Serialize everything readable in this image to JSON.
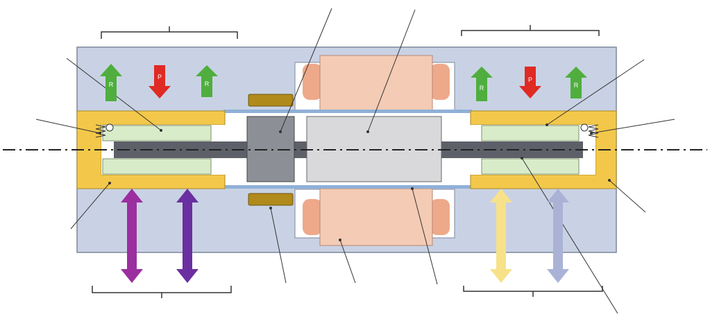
{
  "colors": {
    "housing": "#c9d2e4",
    "housing_edge": "#7d879a",
    "bearing_yellow": "#f3c84a",
    "bearing_green": "#d9ecc9",
    "shaft": "#5d6068",
    "mover_grey": "#8d8f96",
    "mover_light": "#d9d8db",
    "coil_pink": "#f4cbb4",
    "coil_dark": "#eea98a",
    "tube_blue": "#8fb0d8",
    "brass": "#b08a1a",
    "arrow_green": "#4fae3d",
    "arrow_red": "#e02a24",
    "arrow_purple1": "#9b2fa0",
    "arrow_purple2": "#6a2fa0",
    "arrow_yellow": "#f7e28a",
    "arrow_lavender": "#aab3d6",
    "line": "#333333",
    "white": "#ffffff"
  },
  "arrow_labels": {
    "left_r1": "R",
    "left_p": "P",
    "left_r2": "R",
    "right_r1": "R",
    "right_p": "P",
    "right_r2": "R"
  }
}
